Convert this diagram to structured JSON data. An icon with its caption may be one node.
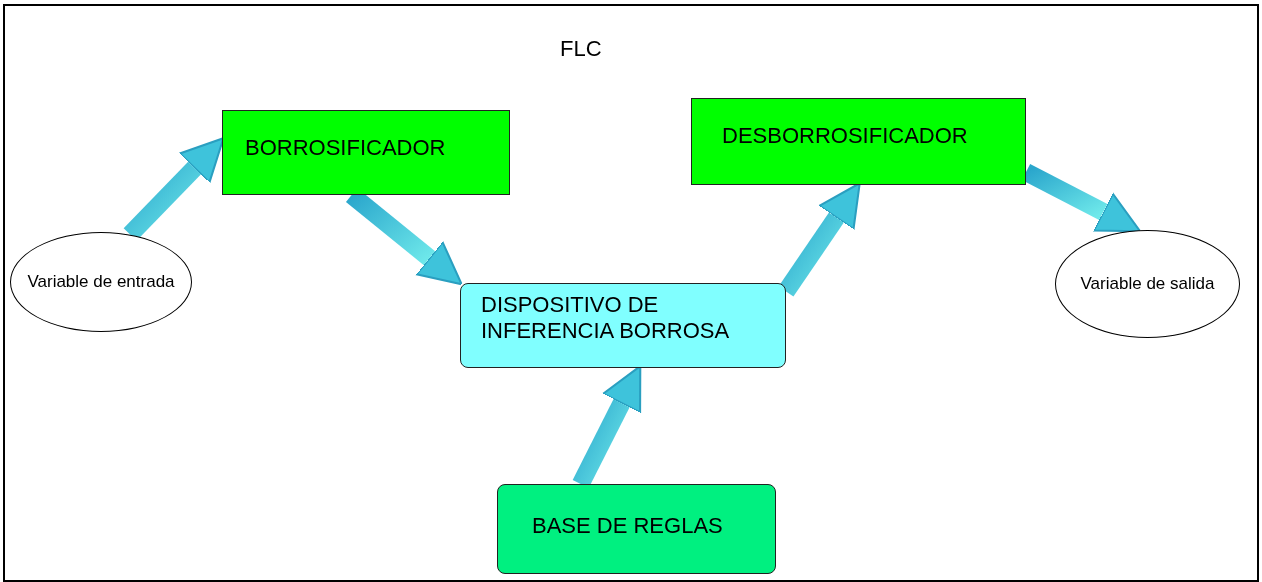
{
  "diagram": {
    "title": "FLC",
    "nodes": [
      {
        "text": [
          "Variable de entrada"
        ]
      },
      {
        "text": [
          "BORROSIFICADOR"
        ]
      },
      {
        "text": [
          "DISPOSITIVO DE INFERENCIA BORROSA"
        ]
      },
      {
        "text": [
          "DESBORROSIFICADOR"
        ]
      },
      {
        "text": [
          "Variable de salida"
        ]
      },
      {
        "text": [
          "BASE DE REGLAS"
        ]
      }
    ],
    "edges": [
      {
        "from": 0,
        "to": 1,
        "arrow": "to"
      },
      {
        "from": 1,
        "to": 2,
        "arrow": "to"
      },
      {
        "from": 2,
        "to": 3,
        "arrow": "to"
      },
      {
        "from": 3,
        "to": 4,
        "arrow": "to"
      },
      {
        "from": 5,
        "to": 2,
        "arrow": "to"
      }
    ]
  }
}
